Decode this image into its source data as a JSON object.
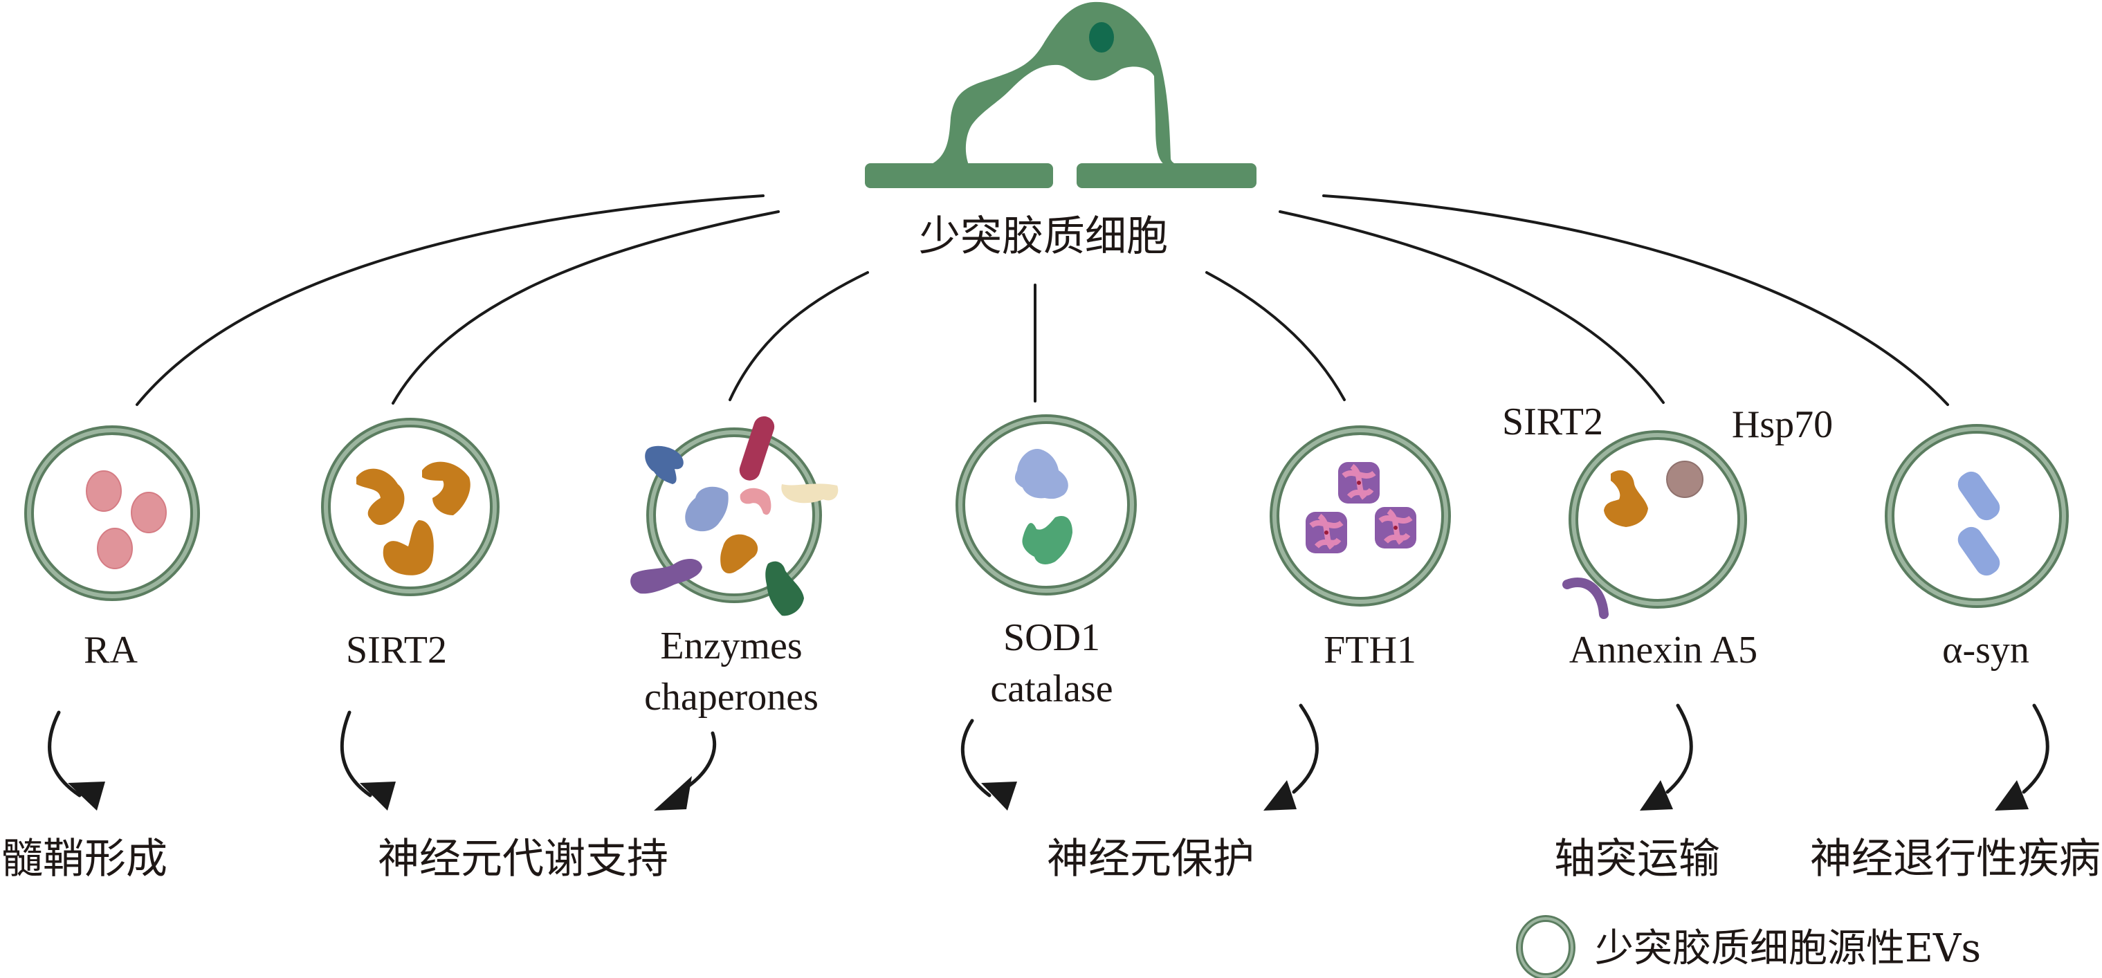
{
  "title": "少突胶质细胞",
  "colors": {
    "cell": "#5a8f66",
    "cell_nucleus": "#136b4e",
    "ev_membrane": "#5b7d60",
    "ev_membrane_light": "#9cb59f",
    "text": "#1e1715",
    "ra_particle": "#e0949a",
    "sirt2_protein": "#c57c1c",
    "sod1_protein": "#99acdc",
    "catalase_protein": "#4ea574",
    "fth1_purple": "#8a5aa8",
    "fth1_pink": "#e186b6",
    "hsp70": "#a88782",
    "annexin": "#7b5699",
    "asyn": "#8ea6de"
  },
  "vesicles": [
    {
      "id": "ra",
      "label_lines": [
        "RA"
      ],
      "cargo": [
        "retinoic-acid-particle",
        "retinoic-acid-particle",
        "retinoic-acid-particle"
      ]
    },
    {
      "id": "sirt2",
      "label_lines": [
        "SIRT2"
      ],
      "cargo": [
        "sirt2-protein",
        "sirt2-protein",
        "sirt2-protein"
      ]
    },
    {
      "id": "enzymes",
      "label_lines": [
        "Enzymes",
        "chaperones"
      ],
      "cargo": [
        "blue-protein",
        "red-rod-protein",
        "pink-protein",
        "cream-protein",
        "lavender-protein",
        "orange-protein",
        "purple-protein",
        "green-protein"
      ]
    },
    {
      "id": "sod1",
      "label_lines": [
        "SOD1",
        "catalase"
      ],
      "cargo": [
        "sod1-protein",
        "catalase-protein"
      ]
    },
    {
      "id": "fth1",
      "label_lines": [
        "FTH1"
      ],
      "cargo": [
        "ferritin-complex",
        "ferritin-complex",
        "ferritin-complex"
      ]
    },
    {
      "id": "annexin",
      "label_lines": [
        "Annexin A5"
      ],
      "side_labels": [
        "SIRT2",
        "Hsp70"
      ],
      "cargo": [
        "sirt2-protein",
        "hsp70-sphere",
        "annexin-arc"
      ]
    },
    {
      "id": "asyn",
      "label_lines": [
        "α-syn"
      ],
      "cargo": [
        "alpha-synuclein",
        "alpha-synuclein"
      ]
    }
  ],
  "outcomes": [
    {
      "id": "myelination",
      "label": "髓鞘形成",
      "from": [
        "ra"
      ]
    },
    {
      "id": "metabolic-support",
      "label": "神经元代谢支持",
      "from": [
        "sirt2",
        "enzymes"
      ]
    },
    {
      "id": "neuroprotection",
      "label": "神经元保护",
      "from": [
        "sod1",
        "fth1"
      ]
    },
    {
      "id": "axonal-transport",
      "label": "轴突运输",
      "from": [
        "annexin"
      ]
    },
    {
      "id": "neurodegeneration",
      "label": "神经退行性疾病",
      "from": [
        "asyn"
      ]
    }
  ],
  "legend": {
    "icon": "ev-circle-icon",
    "label": "少突胶质细胞源性EVs"
  }
}
